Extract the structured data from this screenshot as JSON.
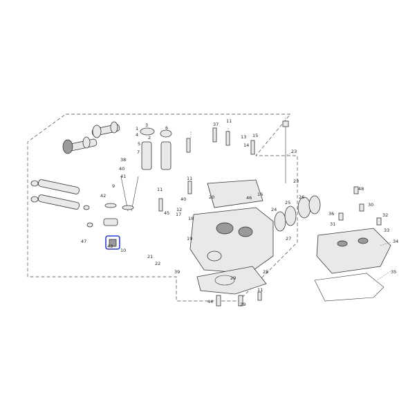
{
  "diagram": {
    "labels": {
      "l1": "1",
      "l2": "2",
      "l3": "3",
      "l4": "4",
      "l5": "5",
      "l6": "6",
      "l7": "7",
      "l9": "9",
      "l10": "10",
      "l11a": "11",
      "l11b": "11",
      "l11c": "11",
      "l11d": "11",
      "l12": "12",
      "l13": "13",
      "l14": "14",
      "l15": "15",
      "l16": "16",
      "l17": "17",
      "l18": "18",
      "l19": "19",
      "l20": "20",
      "l21": "21",
      "l22": "22",
      "l23": "23",
      "l23b": "23",
      "l24": "24",
      "l25": "25",
      "l26": "26",
      "l27": "27",
      "l28": "28",
      "l29a": "29",
      "l29b": "29",
      "l30": "30",
      "l31": "31",
      "l32": "32",
      "l33": "33",
      "l34": "34",
      "l35": "35",
      "l36": "36",
      "l37": "37",
      "l38": "38",
      "l39": "39",
      "l40a": "40",
      "l40b": "40",
      "l41": "41",
      "l42": "42",
      "l43": "43",
      "l44": "44",
      "l45": "45",
      "l46": "46",
      "l47": "47",
      "l48": "48"
    },
    "highlight_color": "#2b3fcf"
  }
}
